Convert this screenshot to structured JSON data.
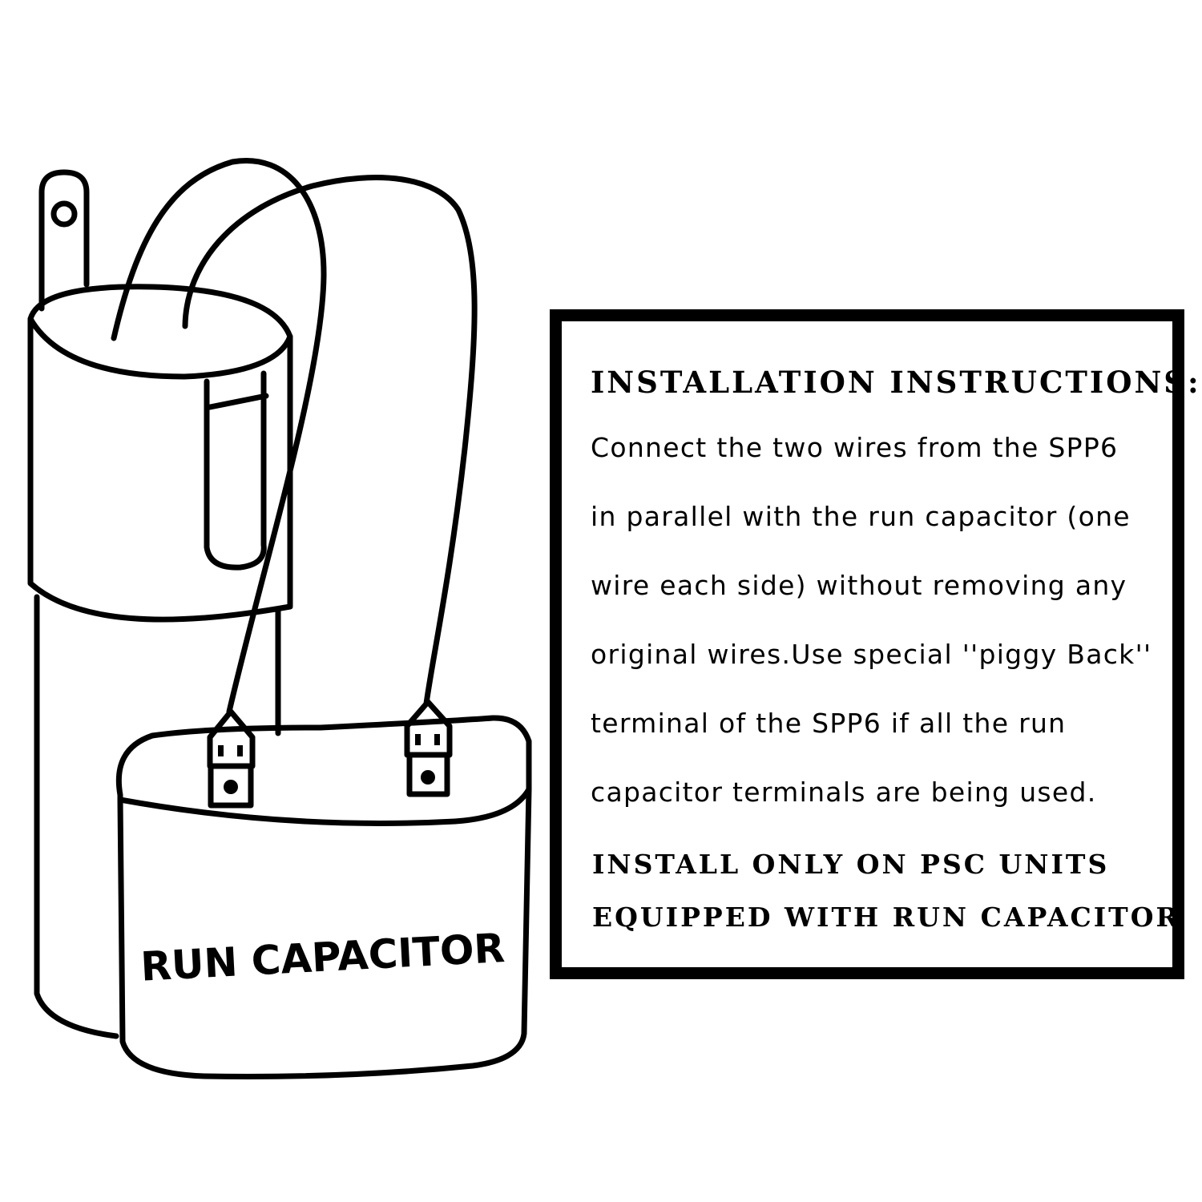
{
  "diagram": {
    "capacitor_label": "RUN CAPACITOR"
  },
  "instructions": {
    "heading": "INSTALLATION INSTRUCTIONS:",
    "body_lines": [
      "Connect the two wires from the SPP6",
      "in parallel with the run capacitor (one",
      "wire each side) without removing any",
      "original wires.Use special ''piggy Back''",
      "terminal of the SPP6  if all the run",
      "capacitor terminals are being used."
    ],
    "warning_lines": [
      "INSTALL ONLY ON PSC UNITS",
      "EQUIPPED WITH RUN CAPACITOR"
    ]
  },
  "colors": {
    "ink": "#000000",
    "background": "#ffffff"
  }
}
